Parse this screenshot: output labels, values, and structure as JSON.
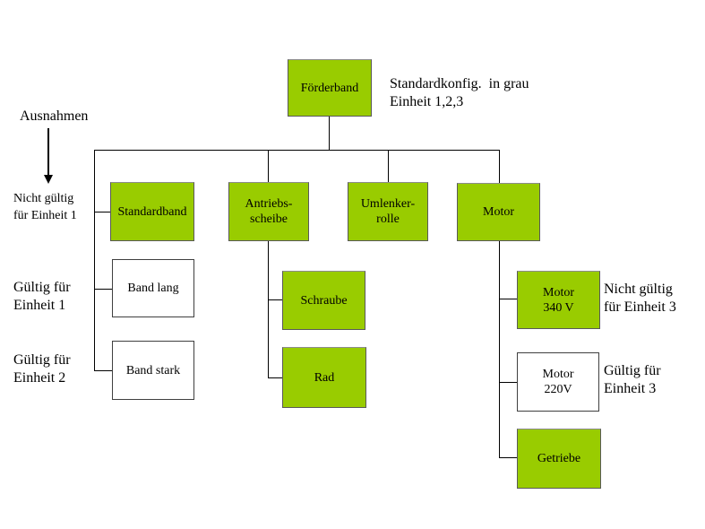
{
  "diagram": {
    "legend": {
      "note": "Standardkonfig.  in grau\nEinheit 1,2,3",
      "exceptions": "Ausnahmen"
    },
    "colors": {
      "standard_fill": "#99CC00",
      "exception_fill": "#FFFFFF",
      "line": "#000000"
    },
    "nodes": {
      "foerderband": {
        "label": "Förderband",
        "standard": true
      },
      "standardband": {
        "label": "Standardband",
        "standard": true
      },
      "antriebsscheibe": {
        "label": "Antriebs-\nscheibe",
        "standard": true
      },
      "umlenkerrolle": {
        "label": "Umlenker-\nrolle",
        "standard": true
      },
      "motor": {
        "label": "Motor",
        "standard": true
      },
      "band_lang": {
        "label": "Band lang",
        "standard": false
      },
      "band_stark": {
        "label": "Band stark",
        "standard": false
      },
      "schraube": {
        "label": "Schraube",
        "standard": true
      },
      "rad": {
        "label": "Rad",
        "standard": true
      },
      "motor_340v": {
        "label": "Motor\n340 V",
        "standard": true
      },
      "motor_220v": {
        "label": "Motor\n220V",
        "standard": false
      },
      "getriebe": {
        "label": "Getriebe",
        "standard": true
      }
    },
    "annotations": {
      "nicht_gueltig_einheit_1": "Nicht gültig\nfür Einheit 1",
      "gueltig_einheit_1": "Gültig für\nEinheit 1",
      "gueltig_einheit_2": "Gültig für\nEinheit 2",
      "nicht_gueltig_einheit_3": "Nicht gültig\nfür Einheit 3",
      "gueltig_einheit_3": "Gültig für\nEinheit 3"
    }
  }
}
